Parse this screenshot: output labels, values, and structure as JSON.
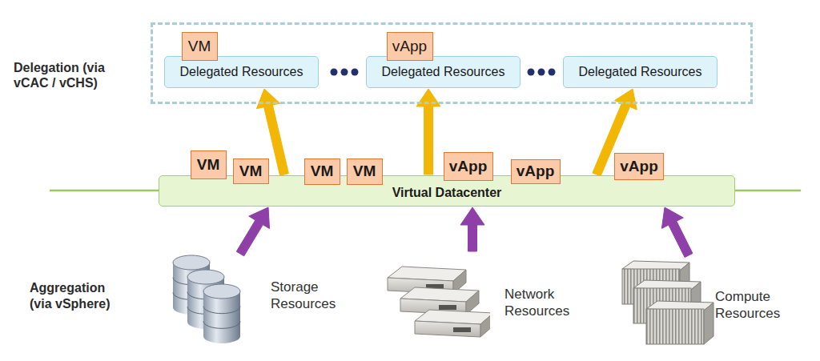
{
  "diagram": {
    "nodes": [
      {
        "text": [
          "Delegation (via vCAC / vCHS)"
        ]
      },
      {
        "text": [
          "Delegated Resources"
        ],
        "in": 0
      },
      {
        "text": [
          "Delegated Resources"
        ],
        "in": 0
      },
      {
        "text": [
          "Delegated Resources"
        ],
        "in": 0
      },
      {
        "text": [
          "VM"
        ],
        "in": 1
      },
      {
        "text": [
          "vApp"
        ],
        "in": 2
      },
      {
        "text": [
          "Virtual Datacenter"
        ]
      },
      {
        "text": [
          "VM"
        ],
        "in": 6
      },
      {
        "text": [
          "VM"
        ],
        "in": 6
      },
      {
        "text": [
          "VM"
        ],
        "in": 6
      },
      {
        "text": [
          "VM"
        ],
        "in": 6
      },
      {
        "text": [
          "vApp"
        ],
        "in": 6
      },
      {
        "text": [
          "vApp"
        ],
        "in": 6
      },
      {
        "text": [
          "vApp"
        ],
        "in": 6
      },
      {
        "text": [
          "Storage Resources"
        ]
      },
      {
        "text": [
          "Network Resources"
        ]
      },
      {
        "text": [
          "Compute Resources"
        ]
      }
    ],
    "edges": [
      {
        "from": 6,
        "to": 1,
        "arrow": "to"
      },
      {
        "from": 6,
        "to": 2,
        "arrow": "to"
      },
      {
        "from": 6,
        "to": 3,
        "arrow": "to"
      },
      {
        "from": 14,
        "to": 6,
        "arrow": "to"
      },
      {
        "from": 15,
        "to": 6,
        "arrow": "to"
      },
      {
        "from": 16,
        "to": 6,
        "arrow": "to"
      }
    ],
    "labels": [
      "Aggregation (via vSphere)"
    ]
  }
}
